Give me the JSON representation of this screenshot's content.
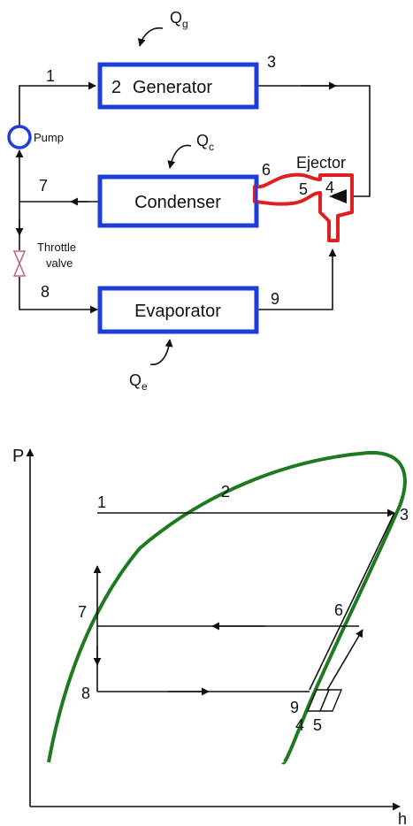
{
  "cycle_diagram": {
    "generator_label": "Generator",
    "generator_state": "2",
    "condenser_label": "Condenser",
    "evaporator_label": "Evaporator",
    "ejector_label": "Ejector",
    "pump_label": "Pump",
    "throttle_label_1": "Throttle",
    "throttle_label_2": "valve",
    "heat_generator": {
      "base": "Q",
      "sub": "g"
    },
    "heat_condenser": {
      "base": "Q",
      "sub": "c"
    },
    "heat_evaporator": {
      "base": "Q",
      "sub": "e"
    },
    "states": {
      "s1": "1",
      "s3": "3",
      "s4": "4",
      "s5": "5",
      "s6": "6",
      "s7": "7",
      "s8": "8",
      "s9": "9"
    },
    "colors": {
      "component_box": "#1f3ed8",
      "ejector": "#e02020",
      "pump": "#1f3ed8",
      "valve": "#c06080"
    }
  },
  "ph_diagram": {
    "y_axis_label": "P",
    "x_axis_label": "h",
    "points": {
      "p1": "1",
      "p2": "2",
      "p3": "3",
      "p4": "4",
      "p5": "5",
      "p6": "6",
      "p7": "7",
      "p8": "8",
      "p9": "9"
    },
    "colors": {
      "saturation_dome": "#1e7a1e"
    }
  }
}
